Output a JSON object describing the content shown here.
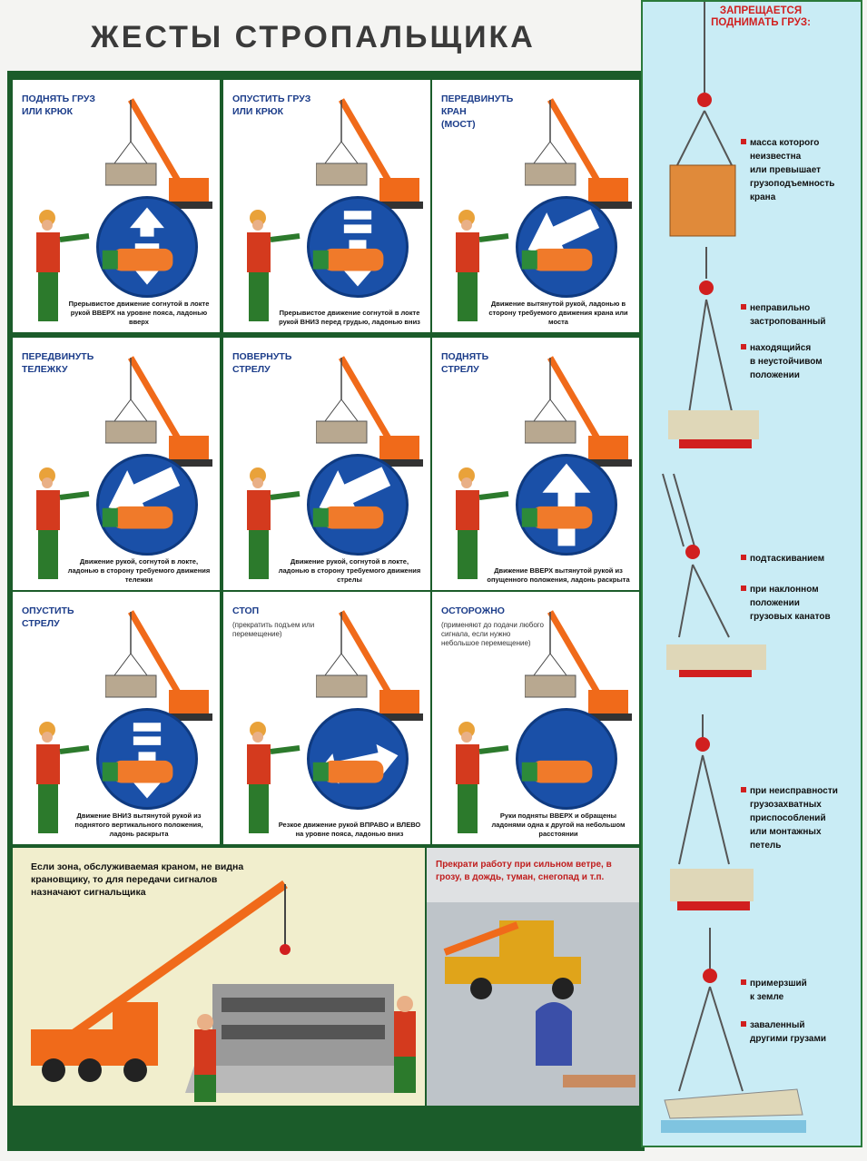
{
  "title": "ЖЕСТЫ СТРОПАЛЬЩИКА",
  "gestures": [
    {
      "label": [
        "ПОДНЯТЬ ГРУЗ",
        "ИЛИ КРЮК"
      ],
      "sub": "",
      "caption": "Прерывистое движение согнутой в локте рукой ВВЕРХ на уровне пояса, ладонью вверх",
      "sign": "up-down-arrow-icon"
    },
    {
      "label": [
        "ОПУСТИТЬ ГРУЗ",
        "ИЛИ КРЮК"
      ],
      "sub": "",
      "caption": "Прерывистое движение согнутой в локте рукой ВНИЗ перед грудью, ладонью вниз",
      "sign": "down-arrow-icon"
    },
    {
      "label": [
        "ПЕРЕДВИНУТЬ",
        "КРАН",
        "(МОСТ)"
      ],
      "sub": "",
      "caption": "Движение вытянутой рукой, ладонью в сторону требуемого движения крана или моста",
      "sign": "diagonal-arrow-icon"
    },
    {
      "label": [
        "ПЕРЕДВИНУТЬ",
        "ТЕЛЕЖКУ"
      ],
      "sub": "",
      "caption": "Движение рукой, согнутой в локте, ладонью в сторону требуемого движения тележки",
      "sign": "diagonal-arrow-icon"
    },
    {
      "label": [
        "ПОВЕРНУТЬ",
        "СТРЕЛУ"
      ],
      "sub": "",
      "caption": "Движение рукой, согнутой в локте, ладонью в сторону требуемого движения стрелы",
      "sign": "diagonal-arrow-icon"
    },
    {
      "label": [
        "ПОДНЯТЬ",
        "СТРЕЛУ"
      ],
      "sub": "",
      "caption": "Движение ВВЕРХ вытянутой рукой из опущенного положения, ладонь раскрыта",
      "sign": "up-arrow-icon"
    },
    {
      "label": [
        "ОПУСТИТЬ",
        "СТРЕЛУ"
      ],
      "sub": "",
      "caption": "Движение ВНИЗ вытянутой рукой из поднятого вертикального положения, ладонь раскрыта",
      "sign": "down-arrow-icon"
    },
    {
      "label": [
        "СТОП"
      ],
      "sub": "(прекратить подъем или перемещение)",
      "caption": "Резкое движение рукой ВПРАВО и ВЛЕВО на уровне пояса, ладонью вниз",
      "sign": "left-right-arrow-icon"
    },
    {
      "label": [
        "ОСТОРОЖНО"
      ],
      "sub": "(применяют до подачи любого сигнала, если нужно небольшое перемещение)",
      "caption": "Руки подняты ВВЕРХ и обращены ладонями одна к другой на небольшом расстоянии",
      "sign": "hands-icon"
    }
  ],
  "zone_note": "Если зона, обслуживаемая краном, не видна крановщику, то для передачи сигналов назначают сигнальщика",
  "wind_note": "Прекрати работу при сильном ветре, в грозу, в дождь, туман, снегопад и т.п.",
  "side": {
    "header": [
      "ЗАПРЕЩАЕТСЯ",
      "ПОДНИМАТЬ ГРУЗ:"
    ],
    "items": [
      {
        "lines": [
          "масса которого",
          "неизвестна",
          "или превышает",
          "грузоподъемность",
          "крана"
        ]
      },
      {
        "lines": [
          "неправильно",
          "застропованный"
        ]
      },
      {
        "lines": [
          "находящийся",
          "в неустойчивом",
          "положении"
        ]
      },
      {
        "lines": [
          "подтаскиванием"
        ]
      },
      {
        "lines": [
          "при наклонном",
          "положении",
          "грузовых канатов"
        ]
      },
      {
        "lines": [
          "при неисправности",
          "грузозахватных",
          "приспособлений",
          "или монтажных",
          "петель"
        ]
      },
      {
        "lines": [
          "примерзший",
          "к земле"
        ]
      },
      {
        "lines": [
          "заваленный",
          "другими грузами"
        ]
      }
    ]
  },
  "colors": {
    "frame": "#1b5c2a",
    "sign": "#1a50a8",
    "crane": "#f06a1a",
    "label": "#1c3d8a",
    "warn": "#d11f1f",
    "side_bg": "#c9ecf5"
  }
}
